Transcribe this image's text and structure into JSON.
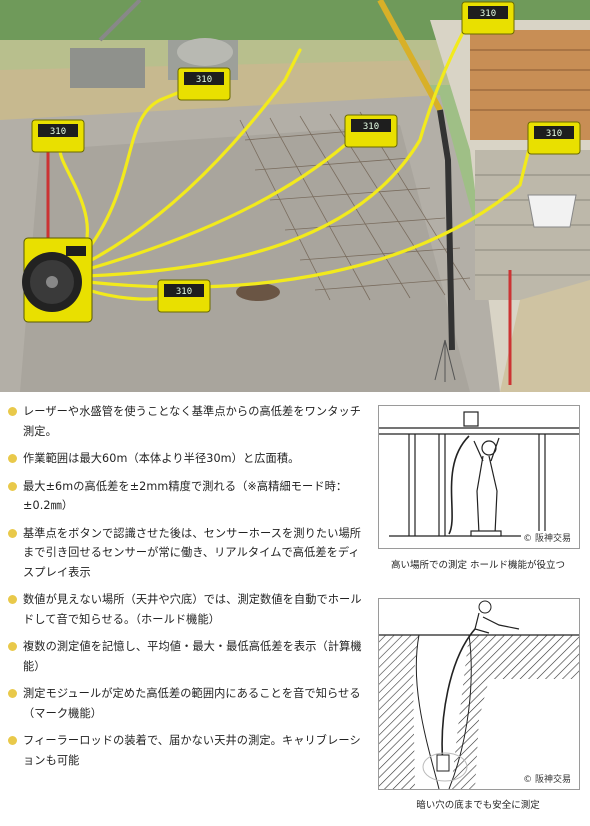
{
  "hero": {
    "display_value": "310",
    "colors": {
      "device_yellow": "#e9e000",
      "cable_yellow": "#f2ea1c",
      "sky": "#8fb67a",
      "concrete": "#aeaaa3",
      "ground": "#c9b88a"
    }
  },
  "features": [
    "レーザーや水盛管を使うことなく基準点からの高低差をワンタッチ測定。",
    "作業範囲は最大60m（本体より半径30m）と広面積。",
    "最大±6mの高低差を±2mm精度で測れる（※高精細モード時：±0.2㎜）",
    "基準点をボタンで認識させた後は、センサーホースを測りたい場所まで引き回せるセンサーが常に働き、リアルタイムで高低差をディスプレイ表示",
    "数値が見えない場所（天井や穴底）では、測定数値を自動でホールドして音で知らせる。（ホールド機能）",
    "複数の測定値を記憶し、平均値・最大・最低高低差を表示（計算機能）",
    "測定モジュールが定めた高低差の範囲内にあることを音で知らせる（マーク機能）",
    "フィーラーロッドの装着で、届かない天井の測定。キャリブレーションも可能"
  ],
  "illustrations": [
    {
      "copyright": "© 阪神交易",
      "caption": "高い場所での測定 ホールド機能が役立つ"
    },
    {
      "copyright": "© 阪神交易",
      "caption": "暗い穴の底までも安全に測定"
    }
  ],
  "colors": {
    "bullet": "#e9c94a"
  }
}
